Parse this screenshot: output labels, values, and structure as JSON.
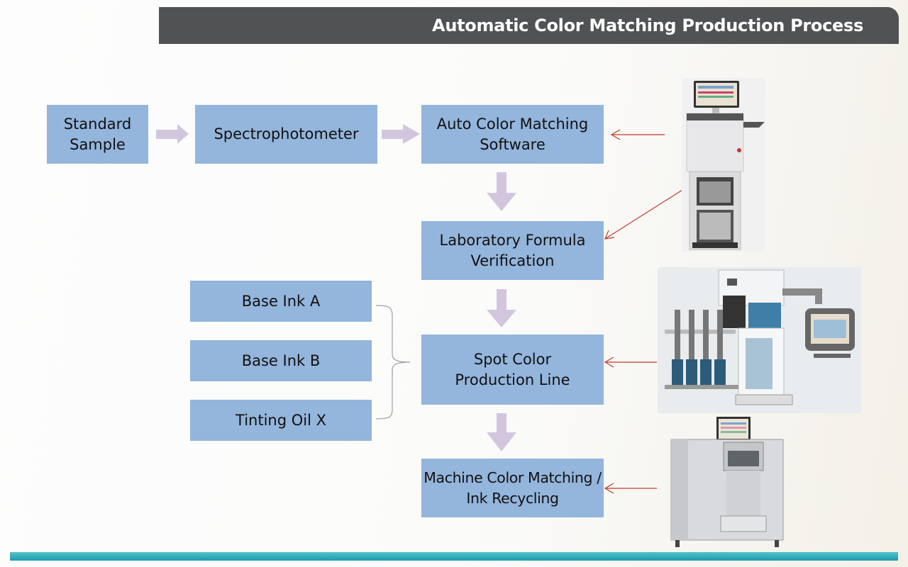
{
  "header": {
    "title": "Automatic Color Matching Production Process"
  },
  "flow": {
    "standard_sample": "Standard\nSample",
    "spectrophotometer": "Spectrophotometer",
    "auto_software": "Auto Color Matching Software",
    "lab_verification": "Laboratory Formula Verification",
    "spot_color_line": "Spot Color Production Line",
    "machine_matching": "Machine Color Matching / Ink Recycling"
  },
  "inputs": [
    "Base Ink A",
    "Base Ink B",
    "Tinting Oil X"
  ],
  "images": {
    "lab_machine": "lab-color-matching-machine",
    "production_machine": "spot-color-dispensing-machine",
    "recycling_machine": "ink-recycling-machine"
  },
  "colors": {
    "box_fill": "#94b5dc",
    "flow_arrow": "#d2c6df",
    "pointer_arrow": "#c0392b",
    "title_bar": "#505253",
    "bottom_bar": "#2aa8b6"
  }
}
